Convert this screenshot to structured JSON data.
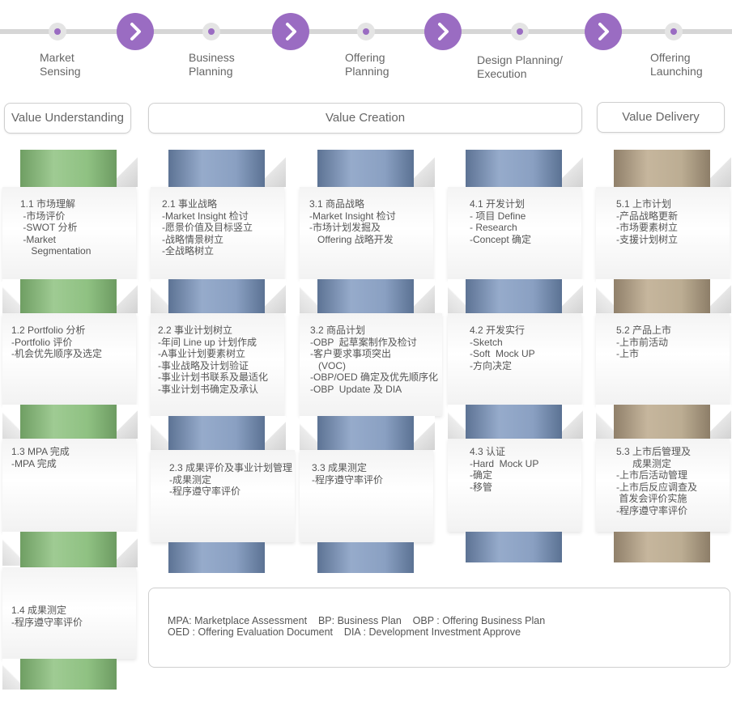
{
  "stages": [
    "Market\nSensing",
    "Business\nPlanning",
    "Offering\nPlanning",
    "Design Planning/\nExecution",
    "Offering\nLaunching"
  ],
  "phases": [
    "Value Understanding",
    "Value Creation",
    "Value Delivery"
  ],
  "icons": {
    "stage_marker": "dot-icon",
    "flow_arrow": "chevron-right-icon"
  },
  "colors": {
    "accent": "#9a6cc2",
    "green": "#8fc182",
    "blue": "#8aa0c2",
    "tan": "#bcad93"
  },
  "cards": {
    "c11": "1.1 市场理解\n -市场评价\n -SWOT 分析\n -Market\n    Segmentation",
    "c12": "1.2 Portfolio 分析\n-Portfolio 评价\n-机会优先顺序及选定",
    "c13": "1.3 MPA 完成\n-MPA 完成",
    "c14": "1.4 成果测定\n-程序遵守率评价",
    "c21": "2.1 事业战略\n-Market Insight 检讨\n-愿景价值及目标竖立\n-战略情景树立\n-全战略树立",
    "c22": "2.2 事业计划树立\n-年间 Line up 计划作成\n-A事业计划要素树立\n-事业战略及计划验证\n-事业计划书联系及最适化\n-事业计划书确定及承认",
    "c23": "2.3 成果评价及事业计划管理\n-成果测定\n-程序遵守率评价",
    "c31": "3.1 商品战略\n-Market Insight 检讨\n-市场计划发掘及\n   Offering 战略开发",
    "c32": "3.2 商品计划\n-OBP  起草案制作及检讨\n-客户要求事项突出\n   (VOC)\n-OBP/OED 确定及优先顺序化\n-OBP  Update 及 DIA",
    "c33": "3.3 成果测定\n-程序遵守率评价",
    "c41": "4.1 开发计划\n- 项目 Define\n- Research\n-Concept 确定",
    "c42": "4.2 开发实行\n-Sketch\n-Soft  Mock UP\n-方向决定",
    "c43": "4.3 认证\n-Hard  Mock UP\n-确定\n-移管",
    "c51": "5.1 上市计划\n-产品战略更新\n-市场要素树立\n-支援计划树立",
    "c52": "5.2 产品上市\n-上市前活动\n-上市",
    "c53": "5.3 上市后管理及\n      成果测定\n-上市后活动管理\n-上市后反应调查及\n 首发会评价实施\n-程序遵守率评价"
  },
  "legend": {
    "line1": "MPA: Marketplace Assessment    BP: Business Plan    OBP : Offering Business Plan",
    "line2": "OED : Offering Evaluation Document    DIA : Development Investment Approve"
  }
}
